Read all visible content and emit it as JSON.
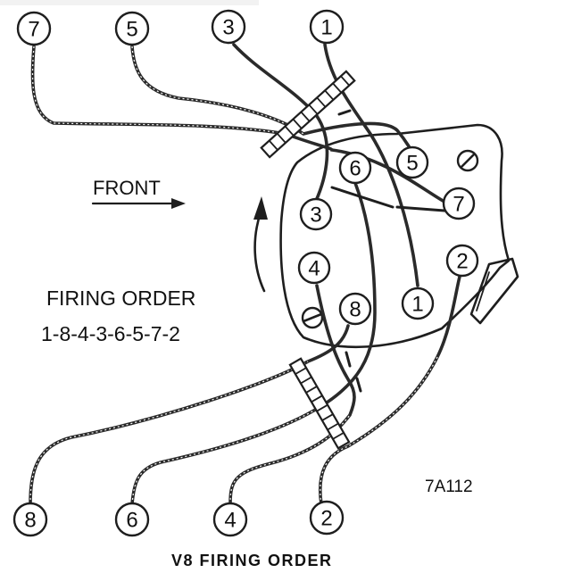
{
  "diagram": {
    "front_label": "FRONT",
    "firing_label": "FIRING ORDER",
    "firing_sequence": "1-8-4-3-6-5-7-2",
    "code": "7A112",
    "caption": "V8 FIRING ORDER",
    "plugs_top": [
      "7",
      "5",
      "3",
      "1"
    ],
    "plugs_bottom": [
      "8",
      "6",
      "4",
      "2"
    ],
    "cap_terminals": [
      "5",
      "6",
      "3",
      "7",
      "4",
      "8",
      "1",
      "2"
    ]
  }
}
